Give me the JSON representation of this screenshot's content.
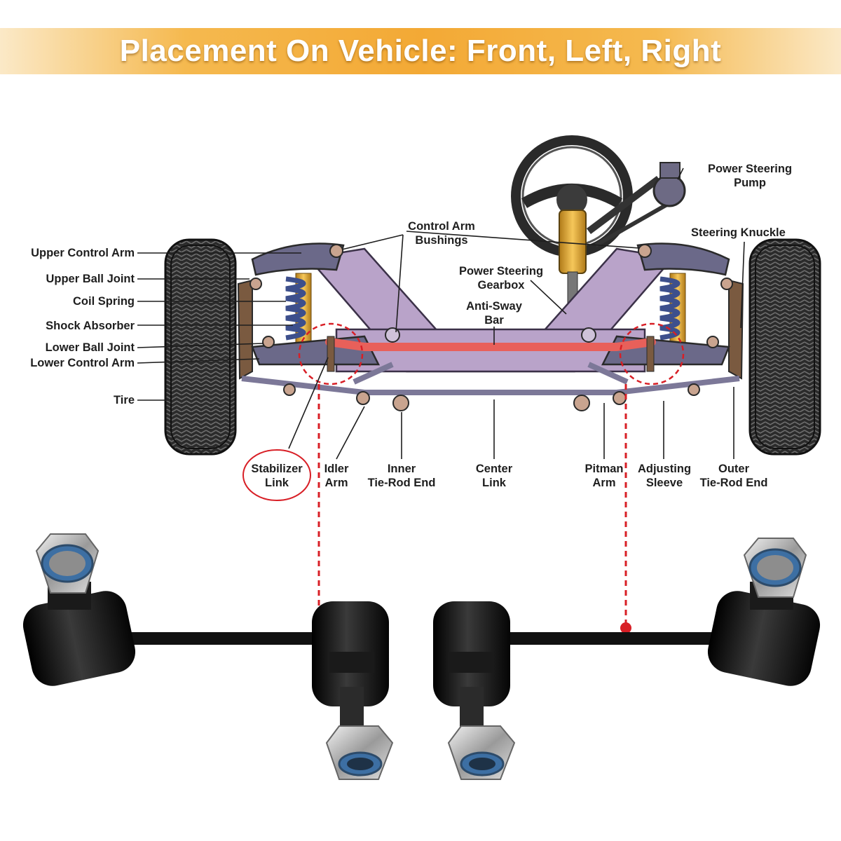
{
  "banner": {
    "title": "Placement On Vehicle: Front, Left, Right"
  },
  "labels": {
    "power_steering_pump_1": "Power Steering",
    "power_steering_pump_2": "Pump",
    "steering_knuckle": "Steering Knuckle",
    "control_arm_bushings_1": "Control Arm",
    "control_arm_bushings_2": "Bushings",
    "power_steering_gearbox_1": "Power Steering",
    "power_steering_gearbox_2": "Gearbox",
    "anti_sway_bar_1": "Anti-Sway",
    "anti_sway_bar_2": "Bar",
    "upper_control_arm": "Upper Control Arm",
    "upper_ball_joint": "Upper Ball Joint",
    "coil_spring": "Coil Spring",
    "shock_absorber": "Shock Absorber",
    "lower_ball_joint": "Lower Ball Joint",
    "lower_control_arm": "Lower Control Arm",
    "tire": "Tire",
    "stabilizer_link_1": "Stabilizer",
    "stabilizer_link_2": "Link",
    "idler_arm_1": "Idler",
    "idler_arm_2": "Arm",
    "inner_tie_rod_1": "Inner",
    "inner_tie_rod_2": "Tie-Rod End",
    "center_link_1": "Center",
    "center_link_2": "Link",
    "pitman_arm_1": "Pitman",
    "pitman_arm_2": "Arm",
    "adjusting_sleeve_1": "Adjusting",
    "adjusting_sleeve_2": "Sleeve",
    "outer_tie_rod_1": "Outer",
    "outer_tie_rod_2": "Tie-Rod End"
  },
  "colors": {
    "banner": "#f3a935",
    "frame": "#b9a3c9",
    "anti_sway_bar": "#e8605a",
    "highlight": "#d81f26",
    "spring": "#3d4f8c",
    "shock": "#f0b63d",
    "tire": "#2a2a2a",
    "link_body": "#111111"
  }
}
